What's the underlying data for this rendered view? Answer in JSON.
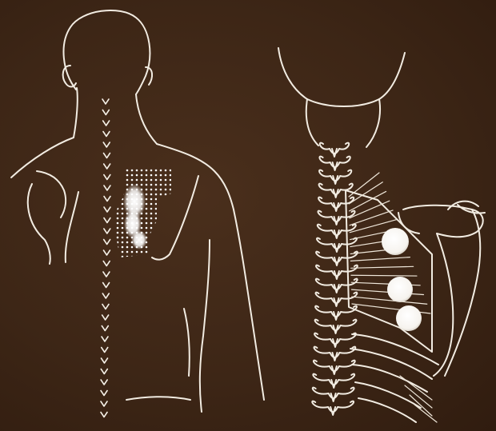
{
  "figure": {
    "panels": [
      {
        "view": "posterior-back-figure"
      },
      {
        "view": "posterior-spine-muscle-figure"
      }
    ],
    "colors": {
      "background": "#3b2415",
      "line": "#f2ece2",
      "trigger_point": "#ffffff"
    },
    "trigger_point_count": 3
  }
}
